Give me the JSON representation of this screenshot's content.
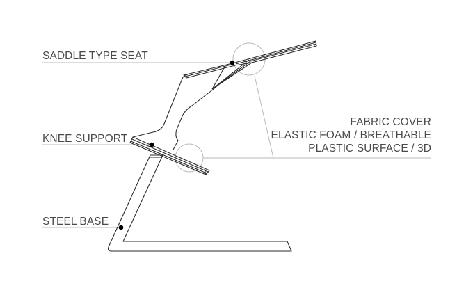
{
  "labels": {
    "saddle_seat": "SADDLE TYPE SEAT",
    "knee_support": "KNEE SUPPORT",
    "steel_base": "STEEL BASE",
    "materials": [
      "FABRIC COVER",
      "ELASTIC FOAM / BREATHABLE",
      "PLASTIC SURFACE / 3D"
    ]
  },
  "colors": {
    "outline": "#2b2b2b",
    "leader": "#b5b5b5",
    "text": "#4a4a4a",
    "marker": "#000000"
  }
}
